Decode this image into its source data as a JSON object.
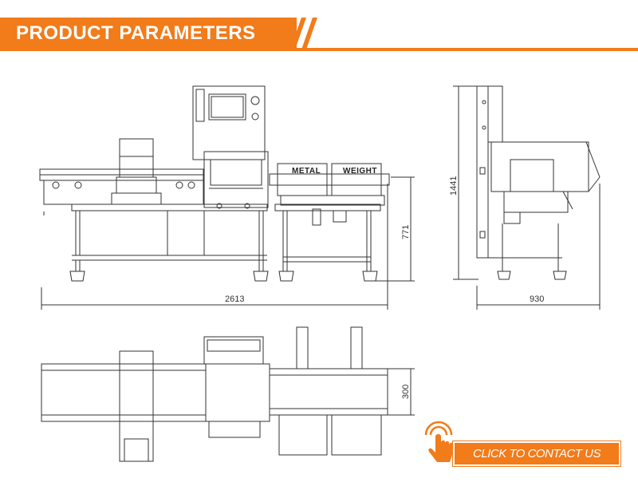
{
  "header": {
    "title": "PRODUCT PARAMETERS"
  },
  "dimensions": {
    "front_length": "2613",
    "front_height": "771",
    "side_height": "1441",
    "side_width": "930",
    "top_width": "300"
  },
  "box_labels": {
    "metal": "METAL",
    "weight": "WEIGHT"
  },
  "contact": {
    "label": "CLICK TO CONTACT US"
  },
  "colors": {
    "accent": "#f27b1a",
    "line": "#333333"
  }
}
